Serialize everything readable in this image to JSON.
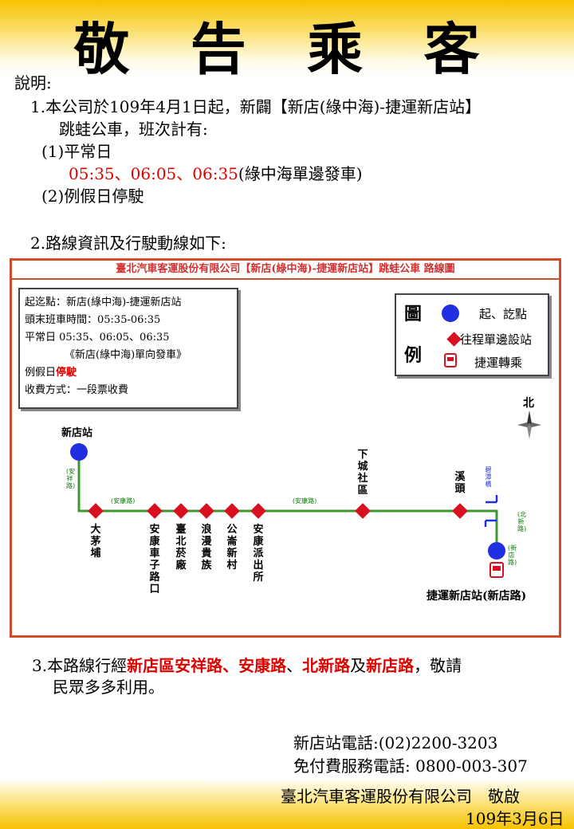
{
  "title": "敬 告 乘 客",
  "intro_label": "說明:",
  "item1": {
    "line1": "1.本公司於109年4月1日起，新闢【新店(綠中海)-捷運新店站】",
    "line2": "跳蛙公車，班次計有:",
    "weekday_label": "(1)平常日",
    "weekday_times": "05:35、06:05、06:35",
    "weekday_note": "(綠中海單邊發車)",
    "holiday_label": "(2)例假日停駛"
  },
  "item2": {
    "text": "2.路線資訊及行駛動線如下:"
  },
  "map": {
    "header": "臺北汽車客運股份有限公司【新店(綠中海)-捷運新店站】跳蛙公車 路線圖",
    "info": {
      "endpoints": "起迄點：新店(綠中海)-捷運新店站",
      "first_last": "頭末班車時間：05:35-06:35",
      "weekday": "平常日 05:35、06:05、06:35",
      "direction": "《新店(綠中海)單向發車》",
      "holiday_label": "例假日",
      "holiday_status": "停駛",
      "fare": "收費方式：一段票收費"
    },
    "legend": {
      "char1": "圖",
      "char2": "例",
      "item_start_end": "起、訖點",
      "item_stop": "往程單邊設站",
      "item_mrt": "捷運轉乘"
    },
    "compass_label": "北",
    "roads": {
      "anxiang_v": "(安祥路)",
      "ankang1": "(安康路)",
      "ankang2": "(安康路)",
      "bitan_bridge": "碧潭橋",
      "beixin": "(北新路)",
      "xindian_rd": "(新店路)"
    },
    "stops": {
      "start": "新店站",
      "s1": "大茅埔",
      "s2": "安康車子路口",
      "s3": "臺北菸廠",
      "s4": "浪漫貴族",
      "s5": "公崙新村",
      "s6": "安康派出所",
      "s7": "下城社區",
      "s8": "溪頭",
      "end": "捷運新店站(新店路)"
    },
    "colors": {
      "route": "#3a9a2a",
      "stop": "#d81020",
      "endpoint": "#2030e0",
      "border": "#d24c2a"
    }
  },
  "item3": {
    "prefix": "3.本路線行經",
    "road1": "新店區安祥路、安康路",
    "sep": "、",
    "road2": "北新路",
    "and": "及",
    "road3": "新店路",
    "suffix": "，敬請",
    "line2": "民眾多多利用。"
  },
  "contacts": {
    "station_phone": "新店站電話:(02)2200-3203",
    "toll_free": "免付費服務電話: 0800-003-307"
  },
  "signature": {
    "company": "臺北汽車客運股份有限公司　敬啟",
    "date": "109年3月6日"
  }
}
